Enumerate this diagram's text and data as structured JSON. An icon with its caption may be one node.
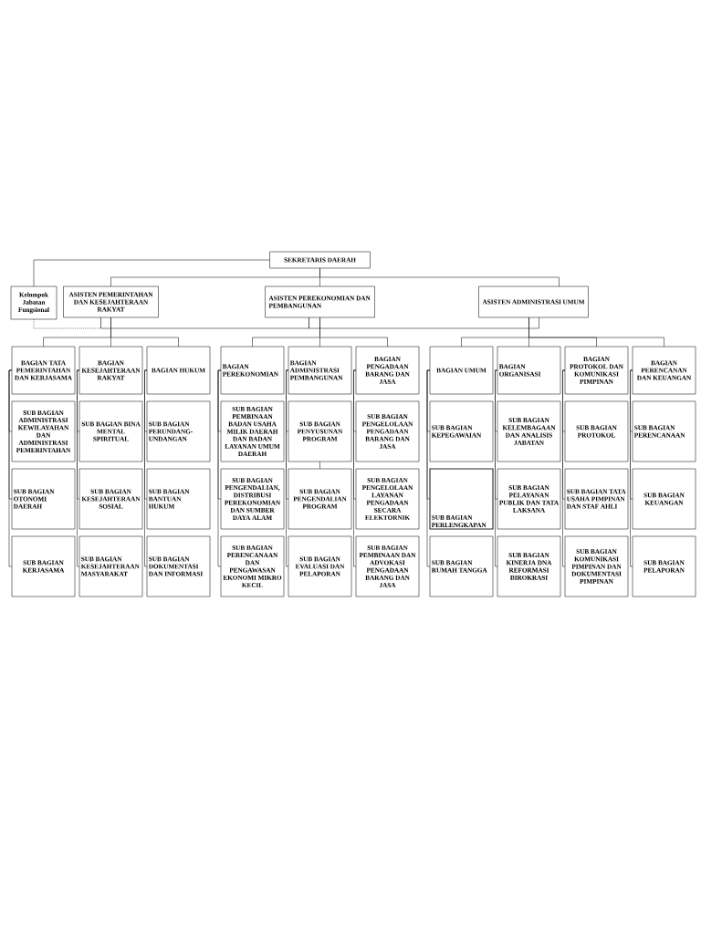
{
  "diagram": {
    "nodes": [
      {
        "text": [
          "SEKRETARIS DAERAH"
        ]
      },
      {
        "text": [
          "Kelompok Jabatan Fungsional"
        ]
      },
      {
        "text": [
          "ASISTEN PEMERINTAHAN DAN KESEJAHTERAAN RAKYAT"
        ]
      },
      {
        "text": [
          "ASISTEN PEREKONOMIAN DAN PEMBANGUNAN"
        ]
      },
      {
        "text": [
          "ASISTEN ADMINISTRASI UMUM"
        ]
      },
      {
        "text": [
          "BAGIAN TATA PEMERINTAHAN DAN KERJASAMA"
        ]
      },
      {
        "text": [
          "BAGIAN KESEJAHTERAAN RAKYAT"
        ]
      },
      {
        "text": [
          "BAGIAN HUKUM"
        ]
      },
      {
        "text": [
          "BAGIAN PEREKONOMIAN"
        ]
      },
      {
        "text": [
          "BAGIAN ADMINISTRASI PEMBANGUNAN"
        ]
      },
      {
        "text": [
          "BAGIAN PENGADAAN BARANG DAN JASA"
        ]
      },
      {
        "text": [
          "BAGIAN UMUM"
        ]
      },
      {
        "text": [
          "BAGIAN ORGANISASI"
        ]
      },
      {
        "text": [
          "BAGIAN PROTOKOL DAN KOMUNIKASI PIMPINAN"
        ]
      },
      {
        "text": [
          "BAGIAN PERENCANAN DAN KEUANGAN"
        ]
      },
      {
        "text": [
          "SUB BAGIAN ADMINISTRASI KEWILAYAHAN DAN ADMINISTRASI PEMERINTAHAN"
        ]
      },
      {
        "text": [
          "SUB BAGIAN BINA MENTAL SPIRITUAL"
        ]
      },
      {
        "text": [
          "SUB BAGIAN PERUNDANG-UNDANGAN"
        ]
      },
      {
        "text": [
          "SUB BAGIAN PEMBINAAN BADAN USAHA MILIK DAERAH DAN BADAN LAYANAN UMUM DAERAH"
        ]
      },
      {
        "text": [
          "SUB BAGIAN PENYUSUNAN PROGRAM"
        ]
      },
      {
        "text": [
          "SUB BAGIAN PENGELOLAAN PENGADAAN BARANG DAN JASA"
        ]
      },
      {
        "text": [
          "SUB BAGIAN KEPEGAWAIAN"
        ]
      },
      {
        "text": [
          "SUB BAGIAN KELEMBAGAAN DAN ANALISIS JABATAN"
        ]
      },
      {
        "text": [
          "SUB BAGIAN PROTOKOL"
        ]
      },
      {
        "text": [
          "SUB BAGIAN PERENCANAAN"
        ]
      },
      {
        "text": [
          "SUB BAGIAN OTONOMI DAERAH"
        ]
      },
      {
        "text": [
          "SUB BAGIAN KESEJAHTERAAN SOSIAL"
        ]
      },
      {
        "text": [
          "SUB BAGIAN BANTUAN HUKUM"
        ]
      },
      {
        "text": [
          "SUB BAGIAN PENGENDALIAN, DISTRIBUSI PEREKONOMIAN DAN SUMBER DAYA ALAM"
        ]
      },
      {
        "text": [
          "SUB BAGIAN PENGENDALIAN PROGRAM"
        ]
      },
      {
        "text": [
          "SUB BAGIAN PENGELOLAAN LAYANAN PENGADAAN SECARA ELEKTORNIK"
        ]
      },
      {
        "text": [
          "SUB BAGIAN PERLENGKAPAN"
        ]
      },
      {
        "text": [
          "SUB BAGIAN PELAYANAN PUBLIK DAN TATA LAKSANA"
        ]
      },
      {
        "text": [
          "SUB BAGIAN TATA USAHA PIMPINAN DAN STAF AHLI"
        ]
      },
      {
        "text": [
          "SUB BAGIAN KEUANGAN"
        ]
      },
      {
        "text": [
          "SUB BAGIAN KERJASAMA"
        ]
      },
      {
        "text": [
          "SUB BAGIAN KESEJAHTERAAN MASYARAKAT"
        ]
      },
      {
        "text": [
          "SUB BAGIAN DOKUMENTASI DAN INFORMASI"
        ]
      },
      {
        "text": [
          "SUB BAGIAN PERENCANAAN DAN PENGAWASAN EKONOMI MIKRO KECIL"
        ]
      },
      {
        "text": [
          "SUB BAGIAN EVALUASI DAN PELAPORAN"
        ]
      },
      {
        "text": [
          "SUB BAGIAN PEMBINAAN DAN ADVOKASI PENGADAAN BARANG DAN JASA"
        ]
      },
      {
        "text": [
          "SUB BAGIAN RUMAH TANGGA"
        ]
      },
      {
        "text": [
          "SUB BAGIAN KINERJA DNA REFORMASI BIROKRASI"
        ]
      },
      {
        "text": [
          "SUB BAGIAN KOMUNIKASI PIMPINAN DAN DOKUMENTASI PIMPINAN"
        ]
      },
      {
        "text": [
          "SUB BAGIAN PELAPORAN"
        ]
      }
    ],
    "edges": [
      {
        "from": 0,
        "to": 1,
        "arrow": "none"
      },
      {
        "from": 0,
        "to": 2,
        "arrow": "none"
      },
      {
        "from": 0,
        "to": 3,
        "arrow": "none"
      },
      {
        "from": 0,
        "to": 4,
        "arrow": "none"
      },
      {
        "from": 1,
        "to": 2,
        "arrow": "none",
        "style": "dashed"
      },
      {
        "from": 2,
        "to": 3,
        "arrow": "none"
      },
      {
        "from": 3,
        "to": 4,
        "arrow": "none"
      },
      {
        "from": 2,
        "to": 5,
        "arrow": "none"
      },
      {
        "from": 2,
        "to": 6,
        "arrow": "none"
      },
      {
        "from": 2,
        "to": 7,
        "arrow": "none"
      },
      {
        "from": 3,
        "to": 8,
        "arrow": "none"
      },
      {
        "from": 3,
        "to": 9,
        "arrow": "none"
      },
      {
        "from": 3,
        "to": 10,
        "arrow": "none"
      },
      {
        "from": 4,
        "to": 11,
        "arrow": "none"
      },
      {
        "from": 4,
        "to": 12,
        "arrow": "none"
      },
      {
        "from": 4,
        "to": 13,
        "arrow": "none"
      },
      {
        "from": 4,
        "to": 14,
        "arrow": "none"
      },
      {
        "from": 5,
        "to": 15,
        "arrow": "none"
      },
      {
        "from": 5,
        "to": 25,
        "arrow": "none"
      },
      {
        "from": 5,
        "to": 35,
        "arrow": "none"
      },
      {
        "from": 6,
        "to": 16,
        "arrow": "none"
      },
      {
        "from": 6,
        "to": 26,
        "arrow": "none"
      },
      {
        "from": 6,
        "to": 36,
        "arrow": "none"
      },
      {
        "from": 7,
        "to": 17,
        "arrow": "none"
      },
      {
        "from": 7,
        "to": 27,
        "arrow": "none"
      },
      {
        "from": 7,
        "to": 37,
        "arrow": "none"
      },
      {
        "from": 8,
        "to": 18,
        "arrow": "none"
      },
      {
        "from": 8,
        "to": 28,
        "arrow": "none"
      },
      {
        "from": 8,
        "to": 38,
        "arrow": "none"
      },
      {
        "from": 9,
        "to": 19,
        "arrow": "none"
      },
      {
        "from": 9,
        "to": 29,
        "arrow": "none"
      },
      {
        "from": 9,
        "to": 39,
        "arrow": "none"
      },
      {
        "from": 10,
        "to": 20,
        "arrow": "none"
      },
      {
        "from": 10,
        "to": 30,
        "arrow": "none"
      },
      {
        "from": 10,
        "to": 40,
        "arrow": "none"
      },
      {
        "from": 11,
        "to": 21,
        "arrow": "none"
      },
      {
        "from": 11,
        "to": 31,
        "arrow": "none"
      },
      {
        "from": 11,
        "to": 41,
        "arrow": "none"
      },
      {
        "from": 12,
        "to": 22,
        "arrow": "none"
      },
      {
        "from": 12,
        "to": 32,
        "arrow": "none"
      },
      {
        "from": 12,
        "to": 42,
        "arrow": "none"
      },
      {
        "from": 13,
        "to": 23,
        "arrow": "none"
      },
      {
        "from": 13,
        "to": 33,
        "arrow": "none"
      },
      {
        "from": 13,
        "to": 43,
        "arrow": "none"
      },
      {
        "from": 14,
        "to": 24,
        "arrow": "none"
      },
      {
        "from": 14,
        "to": 34,
        "arrow": "none"
      },
      {
        "from": 14,
        "to": 44,
        "arrow": "none"
      },
      {
        "from": 19,
        "to": 29,
        "arrow": "none"
      }
    ]
  }
}
